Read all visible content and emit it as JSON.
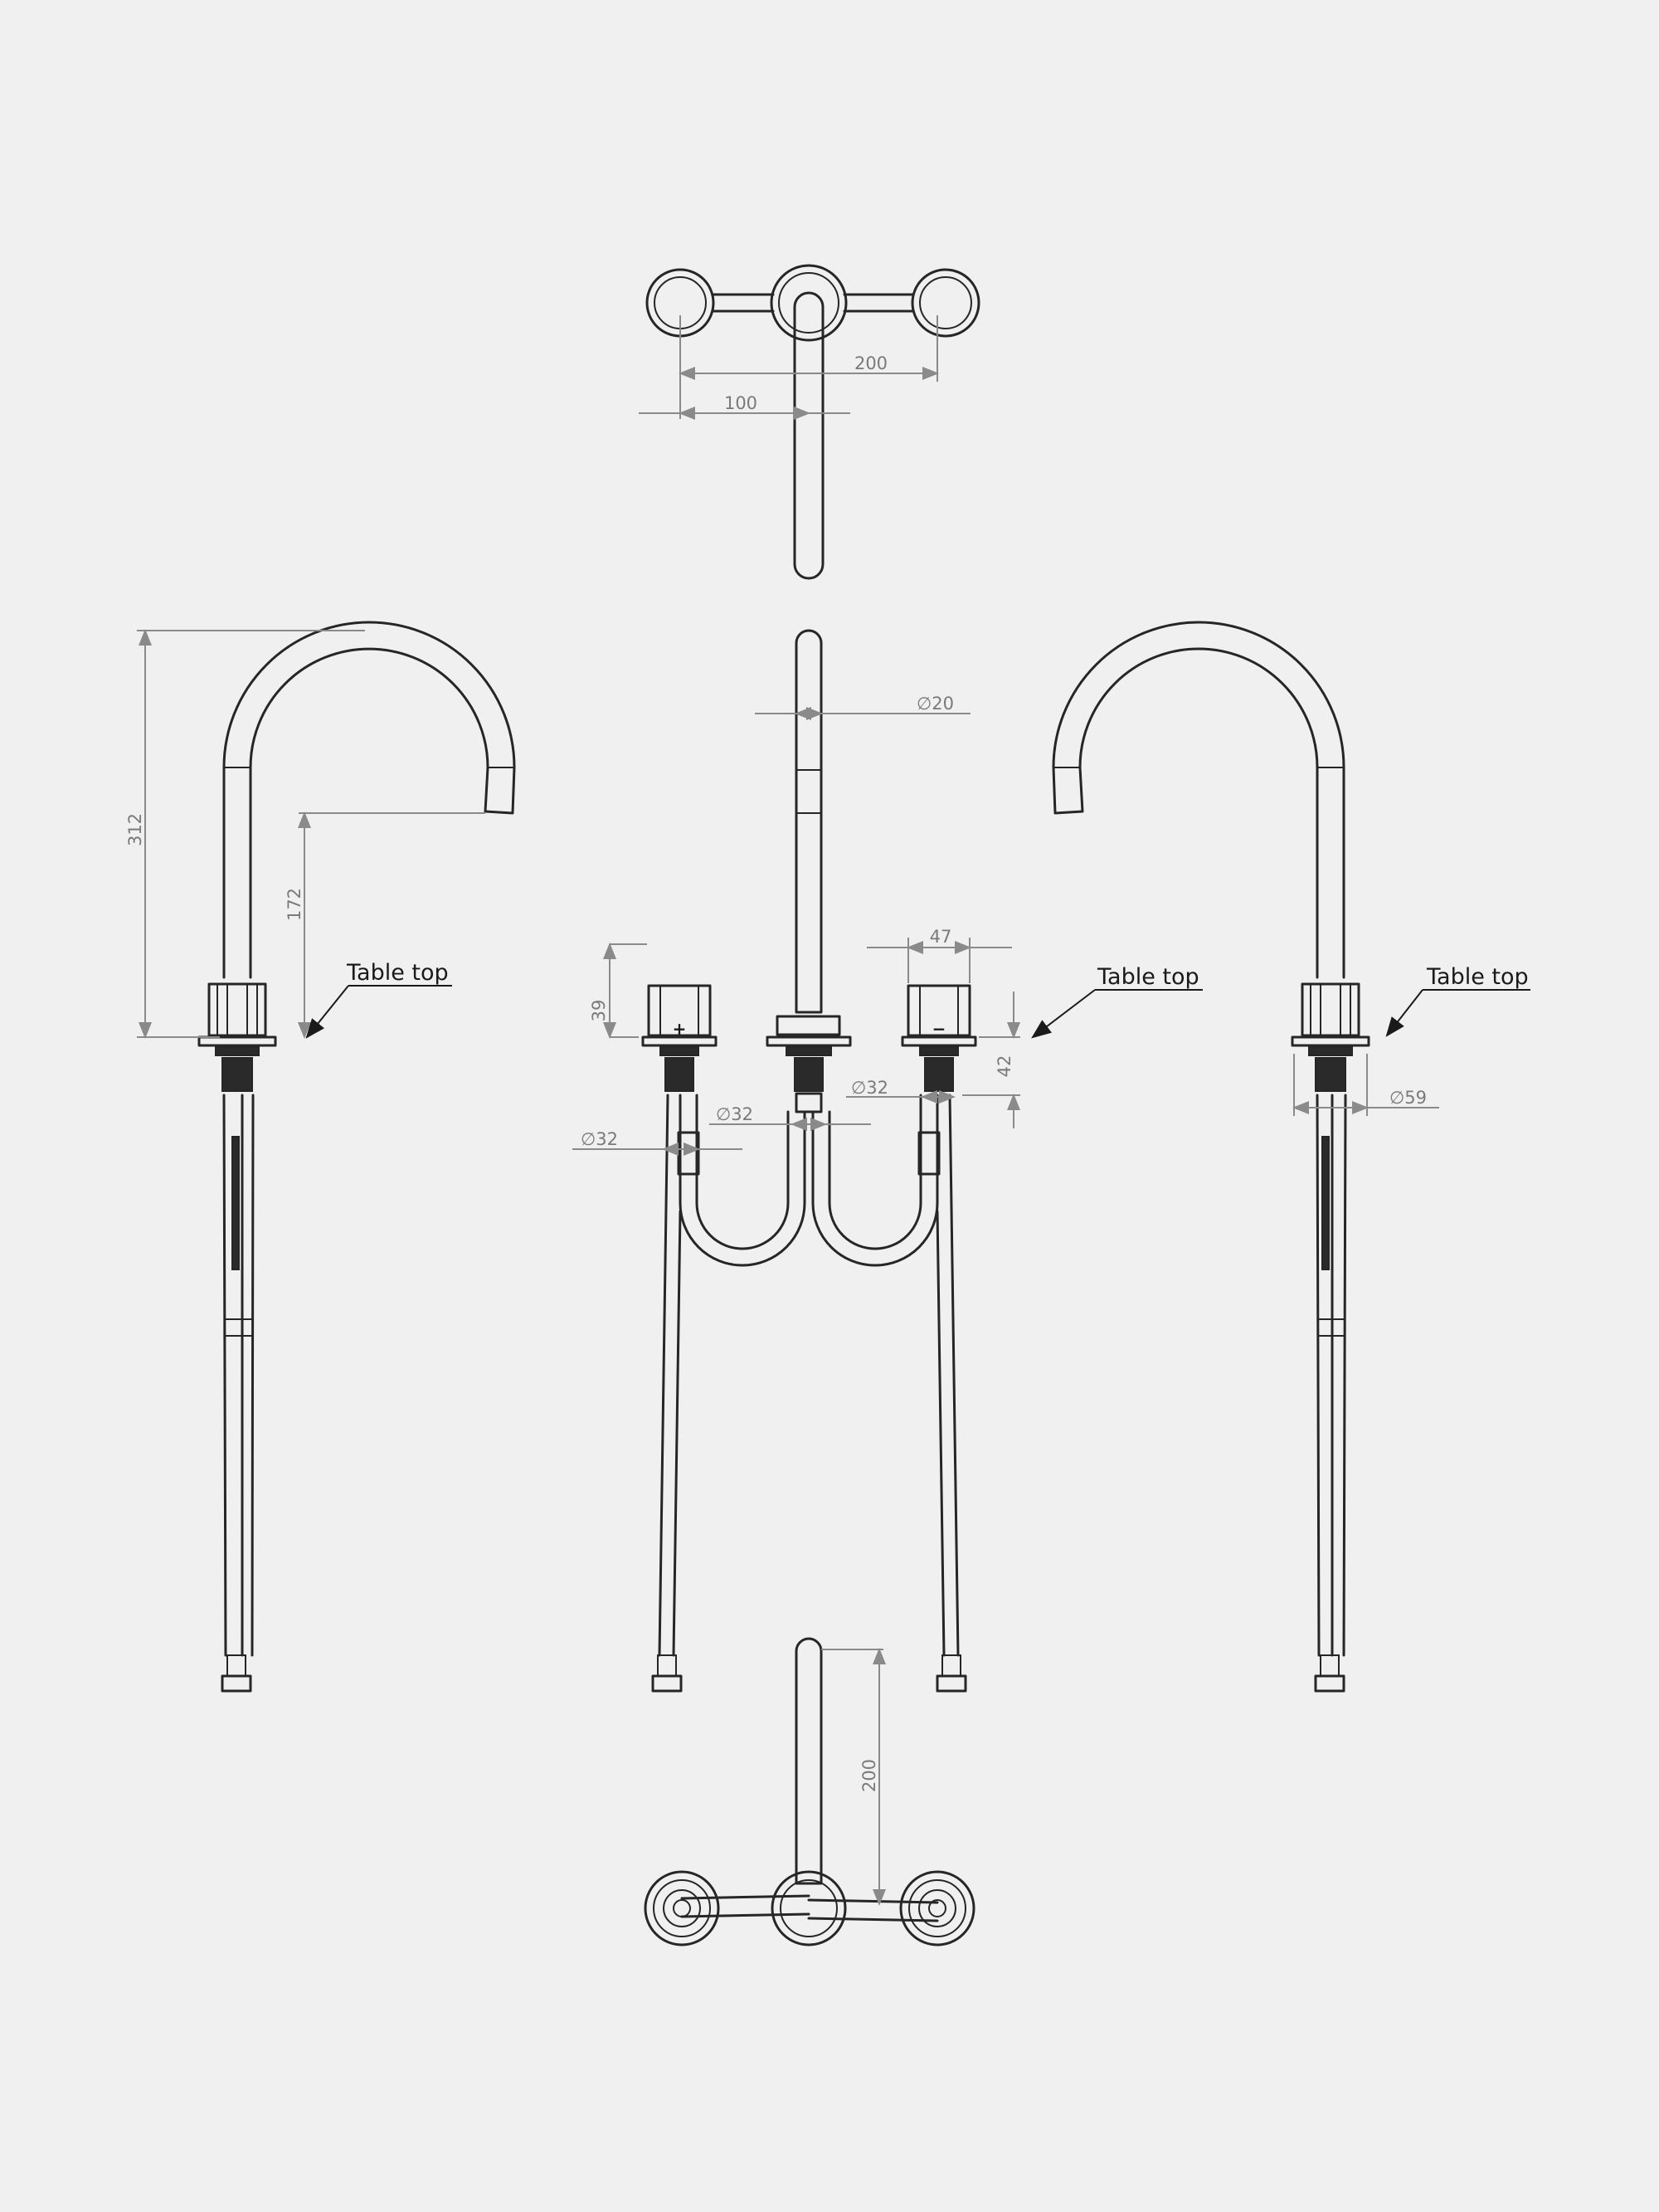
{
  "labels": {
    "table_top": [
      "Table top",
      "Table top",
      "Table top"
    ]
  },
  "dimensions": {
    "plan_top_spacing": "200",
    "plan_top_offset": "100",
    "spout_tube": "20",
    "overall_height": "312",
    "outlet_height": "172",
    "handle_height": "39",
    "handle_width": "47",
    "shank_left": "32",
    "shank_center": "32",
    "shank_right": "32",
    "below_deck": "42",
    "flange_dia": "59",
    "plan_bottom_reach": "200"
  },
  "symbols": {
    "diameter": "∅",
    "hot_mark": "+",
    "cold_mark": "−"
  },
  "colors": {
    "background": "#f0f0f0",
    "outline": "#262626",
    "dimension": "#8a8a8a"
  }
}
